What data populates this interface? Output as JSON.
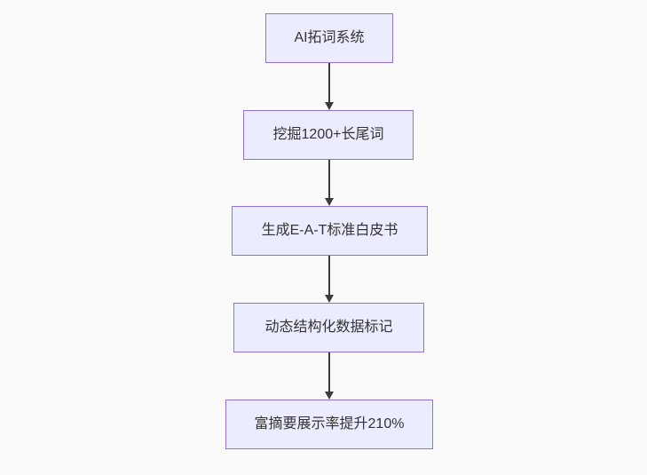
{
  "page": {
    "background_color": "#fafafa"
  },
  "flowchart": {
    "type": "vertical-flowchart",
    "direction": "top-down",
    "node_fill_color": "#ECECFF",
    "node_border_color": "#9370DB",
    "node_text_color": "#333333",
    "edge_color": "#3b3b3b",
    "nodes": [
      {
        "label": "AI拓词系统"
      },
      {
        "label": "挖掘1200+长尾词"
      },
      {
        "label": "生成E-A-T标准白皮书"
      },
      {
        "label": "动态结构化数据标记"
      },
      {
        "label": "富摘要展示率提升210%"
      }
    ],
    "edges": [
      {
        "from": 0,
        "to": 1
      },
      {
        "from": 1,
        "to": 2
      },
      {
        "from": 2,
        "to": 3
      },
      {
        "from": 3,
        "to": 4
      }
    ]
  }
}
